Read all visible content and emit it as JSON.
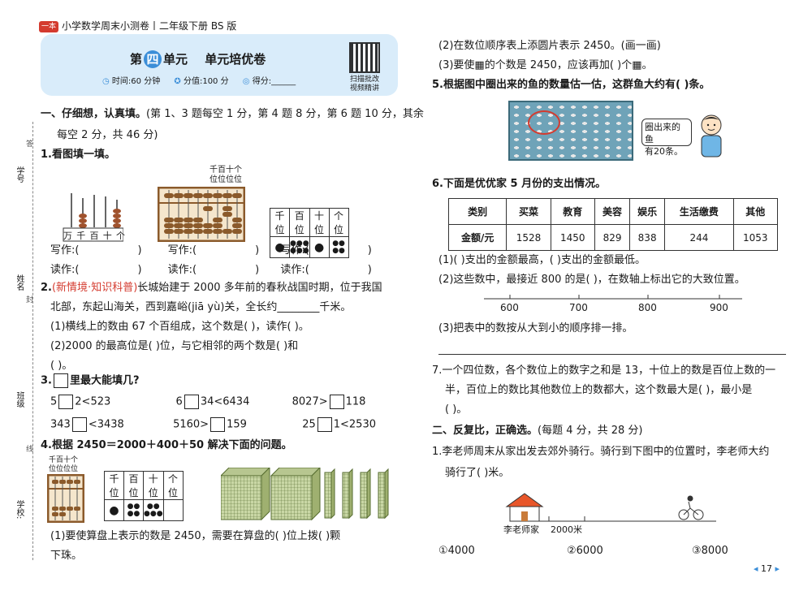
{
  "header": {
    "brand": "一本",
    "title": "小学数学周末小测卷丨二年级下册 BS 版",
    "unit_prefix": "第",
    "unit_num": "四",
    "unit_suffix": "单元",
    "unit_name": "单元培优卷",
    "time": "时间:60 分钟",
    "score_total": "分值:100 分",
    "score": "得分:______",
    "qr_caption1": "扫描批改",
    "qr_caption2": "视频精讲"
  },
  "sidebar": {
    "student_id": "学号",
    "name": "姓名",
    "class": "班级",
    "school": "学校:",
    "line1": "答",
    "line2": "封",
    "line3": "线"
  },
  "s1": {
    "heading": "一、仔细想，认真填。",
    "heading_note": "(第 1、3 题每空 1 分，第 4 题 8 分，第 6 题 10 分，其余",
    "heading_note2": "每空 2 分，共 46 分)",
    "q1": {
      "title": "1.看图填一填。",
      "abacus1_labels": [
        "万",
        "千",
        "百",
        "十",
        "个"
      ],
      "abacus2_top": "千百十个",
      "abacus2_top2": "位位位位",
      "pv_headers": [
        "千位",
        "百位",
        "十位",
        "个位"
      ],
      "pv_values": [
        "●",
        "●●●\n●●●",
        "●",
        "●●\n●●"
      ],
      "write": "写作:(",
      "read": "读作:(",
      "close": ")"
    },
    "q2": {
      "num": "2.",
      "tag": "(新情境·知识科普)",
      "line1": "长城始建于 2000 多年前的春秋战国时期，位于我国",
      "line2": "北部，东起山海关，西到嘉峪(jiā yù)关，全长约________千米。",
      "sub1": "(1)横线上的数由 67 个百组成，这个数是(          )，读作(          )。",
      "sub2": "(2)2000 的最高位是(      )位，与它相邻的两个数是(          )和",
      "sub2b": "(          )。"
    },
    "q3": {
      "title": "3.",
      "title_rest": "里最大能填几?",
      "items": [
        [
          "5",
          "2<523",
          "6",
          "34<6434",
          "8027>",
          "118"
        ],
        [
          "343",
          "<3438",
          "5160>",
          "159",
          "25",
          "1<2530"
        ]
      ]
    },
    "q4": {
      "title": "4.根据 2450＝2000＋400＋50 解决下面的问题。",
      "abacus_top": "千百十个",
      "abacus_top2": "位位位位",
      "pv_headers": [
        "千位",
        "百位",
        "十位",
        "个位"
      ],
      "sub1": "(1)要使算盘上表示的数是 2450，需要在算盘的(      )位上拨(      )颗",
      "sub1b": "下珠。"
    }
  },
  "right": {
    "q4b": {
      "sub2": "(2)在数位顺序表上添圆片表示 2450。(画一画)",
      "sub3": "(3)要使▦的个数是 2450，应该再加(      )个▦。"
    },
    "q5": {
      "title": "5.根据图中圈出来的鱼的数量估一估，这群鱼大约有(        )条。",
      "bubble1": "圈出来的鱼",
      "bubble2": "有20条。"
    },
    "q6": {
      "title": "6.下面是优优家 5 月份的支出情况。",
      "table_headers": [
        "类别",
        "买菜",
        "教育",
        "美容",
        "娱乐",
        "生活缴费",
        "其他"
      ],
      "table_row_label": "金额/元",
      "table_values": [
        "1528",
        "1450",
        "829",
        "838",
        "244",
        "1053"
      ],
      "sub1": "(1)(          )支出的金额最高，(          )支出的金额最低。",
      "sub2": "(2)这些数中，最接近 800 的是(      )，在数轴上标出它的大致位置。",
      "axis_ticks": [
        "600",
        "700",
        "800",
        "900"
      ],
      "sub3": "(3)把表中的数按从大到小的顺序排一排。"
    },
    "q7": {
      "line1": "7.一个四位数，各个数位上的数字之和是 13，十位上的数是百位上数的一",
      "line2": "半，百位上的数比其他数位上的数都大，这个数最大是(          )，最小是",
      "line3": "(          )。"
    },
    "s2": {
      "heading": "二、反复比，正确选。",
      "heading_note": "(每题 4 分，共 28 分)",
      "q1_line1": "1.李老师周末从家出发去郊外骑行。骑行到下图中的位置时，李老师大约",
      "q1_line2": "骑行了(      )米。",
      "house_label": "李老师家",
      "dist_label": "2000米",
      "options": [
        "①4000",
        "②6000",
        "③8000"
      ]
    },
    "page_number": "17"
  },
  "colors": {
    "accent_blue": "#3b8ed8",
    "header_bg": "#d9ecfa",
    "brand_red": "#d43b2f",
    "tag_red": "#d43b2f"
  }
}
